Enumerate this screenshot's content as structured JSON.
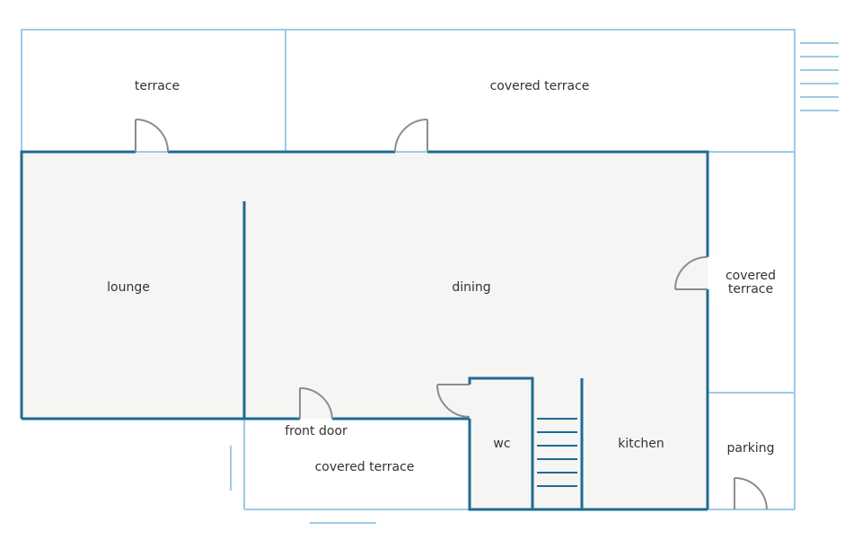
{
  "colors": {
    "interior_fill": "#f5f5f3",
    "wall_interior": "#1f6b95",
    "wall_exterior": "#9ccbe6",
    "door": "#8c8c8c",
    "label": "#333333",
    "background": "#ffffff"
  },
  "rooms": {
    "terrace_top_left": "terrace",
    "covered_terrace_top": "covered terrace",
    "lounge": "lounge",
    "dining": "dining",
    "covered_terrace_right_line1": "covered",
    "covered_terrace_right_line2": "terrace",
    "front_door": "front door",
    "covered_terrace_bottom": "covered terrace",
    "wc": "wc",
    "kitchen": "kitchen",
    "parking": "parking"
  }
}
